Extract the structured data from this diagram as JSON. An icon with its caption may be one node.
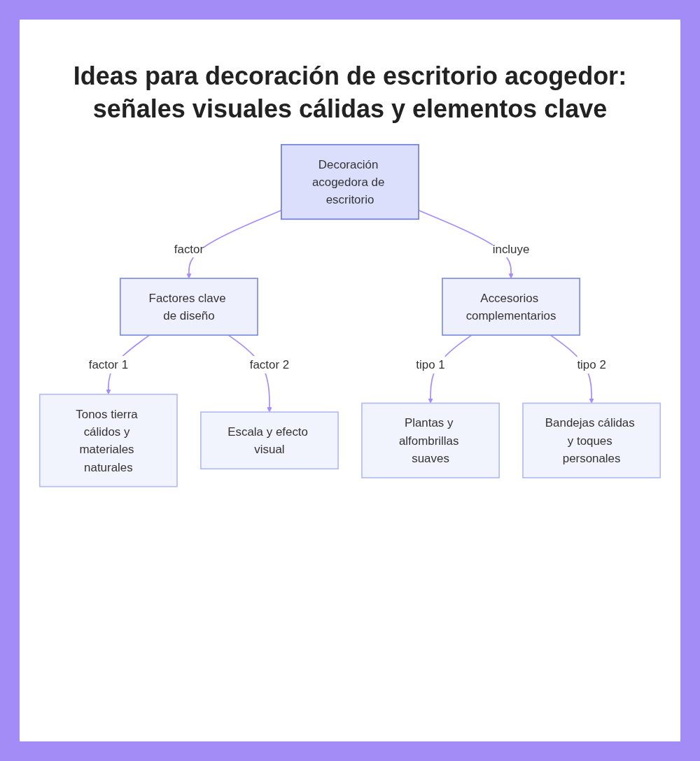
{
  "diagram": {
    "title": "Ideas para decoración de escritorio acogedor: señales visuales cálidas y elementos clave",
    "nodes": [
      {
        "text": [
          "Decoración acogedora de escritorio"
        ]
      },
      {
        "text": [
          "Factores clave de diseño"
        ]
      },
      {
        "text": [
          "Accesorios complementarios"
        ]
      },
      {
        "text": [
          "Tonos tierra cálidos y materiales naturales"
        ]
      },
      {
        "text": [
          "Escala y efecto visual"
        ]
      },
      {
        "text": [
          "Plantas y alfombrillas suaves"
        ]
      },
      {
        "text": [
          "Bandejas cálidas y toques personales"
        ]
      }
    ],
    "edges": [
      {
        "from": 0,
        "to": 1,
        "arrow": "to",
        "label": "factor"
      },
      {
        "from": 0,
        "to": 2,
        "arrow": "to",
        "label": "incluye"
      },
      {
        "from": 1,
        "to": 3,
        "arrow": "to",
        "label": "factor 1"
      },
      {
        "from": 1,
        "to": 4,
        "arrow": "to",
        "label": "factor 2"
      },
      {
        "from": 2,
        "to": 5,
        "arrow": "to",
        "label": "tipo 1"
      },
      {
        "from": 2,
        "to": 6,
        "arrow": "to",
        "label": "tipo 2"
      }
    ]
  }
}
